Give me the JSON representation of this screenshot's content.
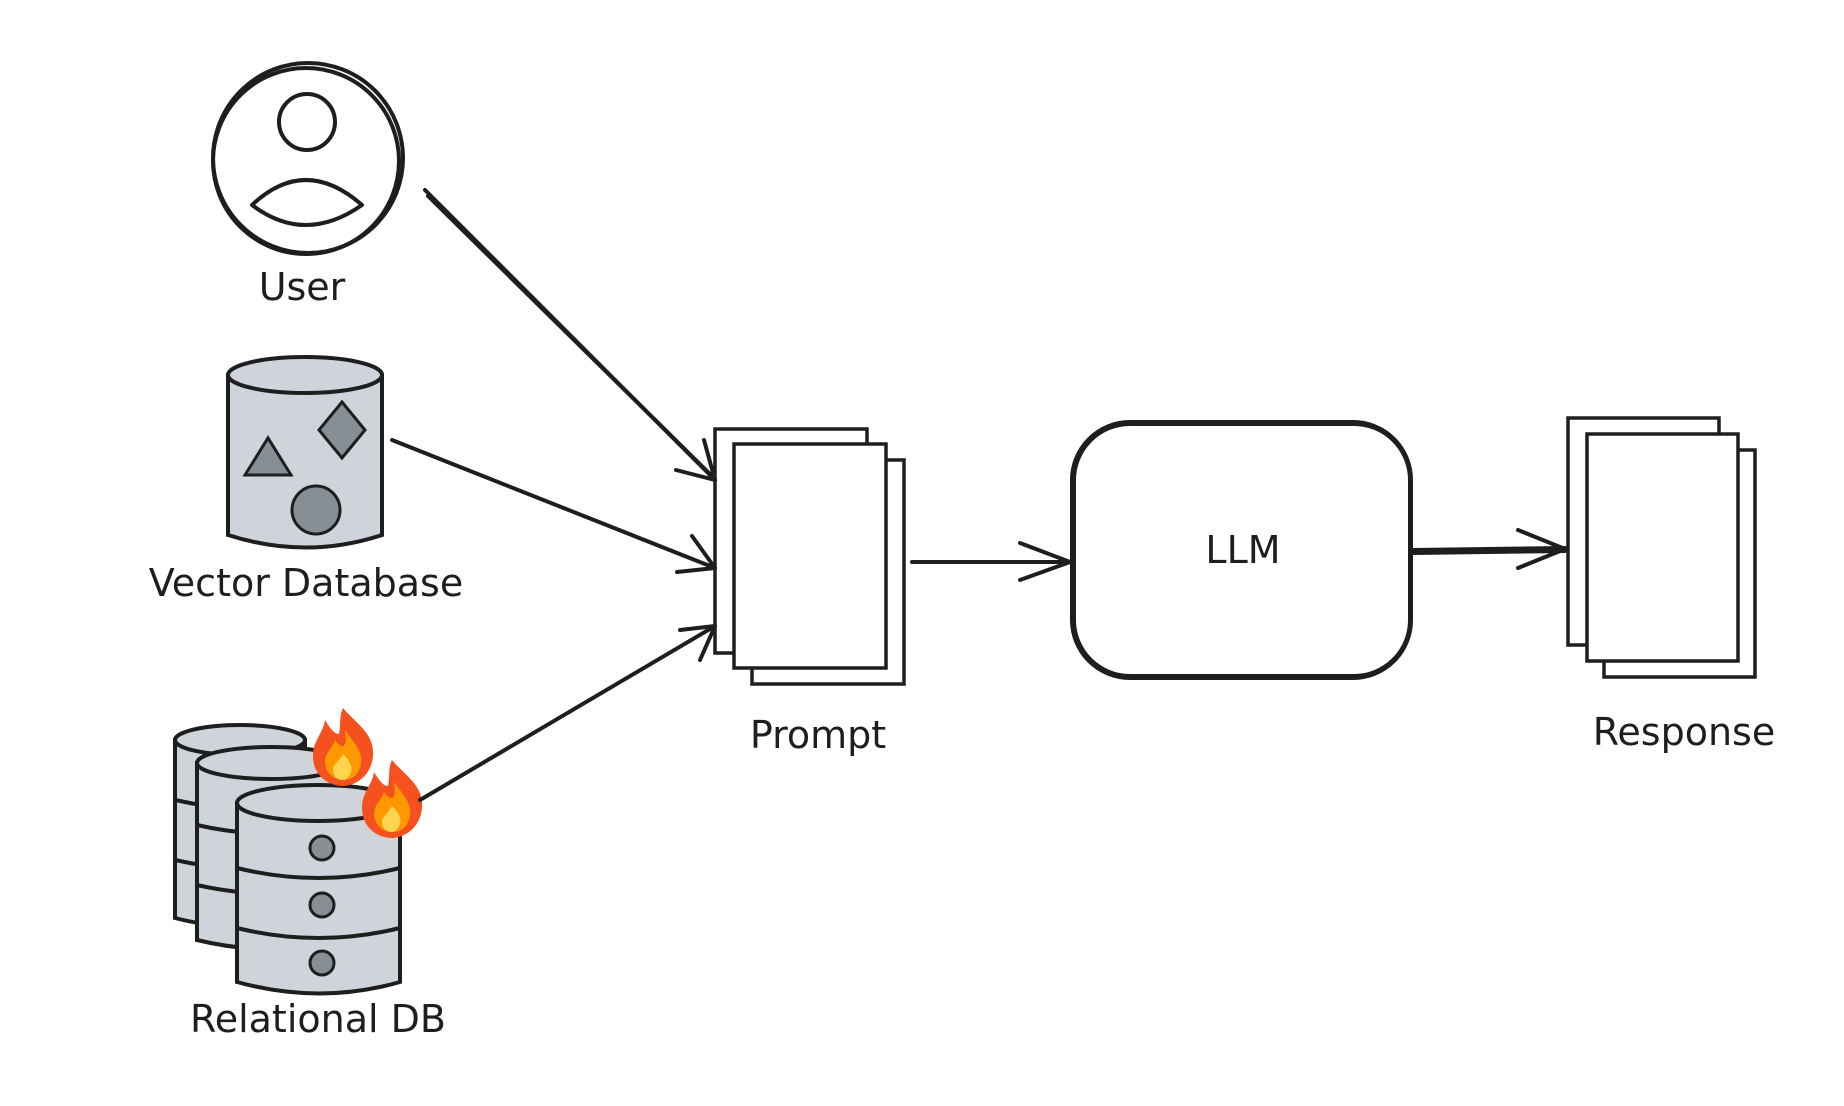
{
  "nodes": {
    "user": {
      "label": "User",
      "icon": "user-icon"
    },
    "vector_db": {
      "label": "Vector Database",
      "icon": "vector-database-icon"
    },
    "relational_db": {
      "label": "Relational DB",
      "icon": "relational-db-icon",
      "badge_icon": "fire-icon"
    },
    "prompt": {
      "label": "Prompt",
      "icon": "document-stack-icon"
    },
    "llm": {
      "label": "LLM"
    },
    "response": {
      "label": "Response",
      "icon": "document-stack-icon"
    }
  },
  "edges": [
    {
      "from": "User",
      "to": "Prompt"
    },
    {
      "from": "Vector Database",
      "to": "Prompt"
    },
    {
      "from": "Relational DB",
      "to": "Prompt"
    },
    {
      "from": "Prompt",
      "to": "LLM"
    },
    {
      "from": "LLM",
      "to": "Response"
    }
  ],
  "colors": {
    "stroke": "#1e1e1e",
    "db_fill": "#ced4da",
    "shape_fill": "#868e96",
    "fire_outer": "#f4511e",
    "fire_mid": "#ff9800",
    "fire_inner": "#ffd54f"
  }
}
